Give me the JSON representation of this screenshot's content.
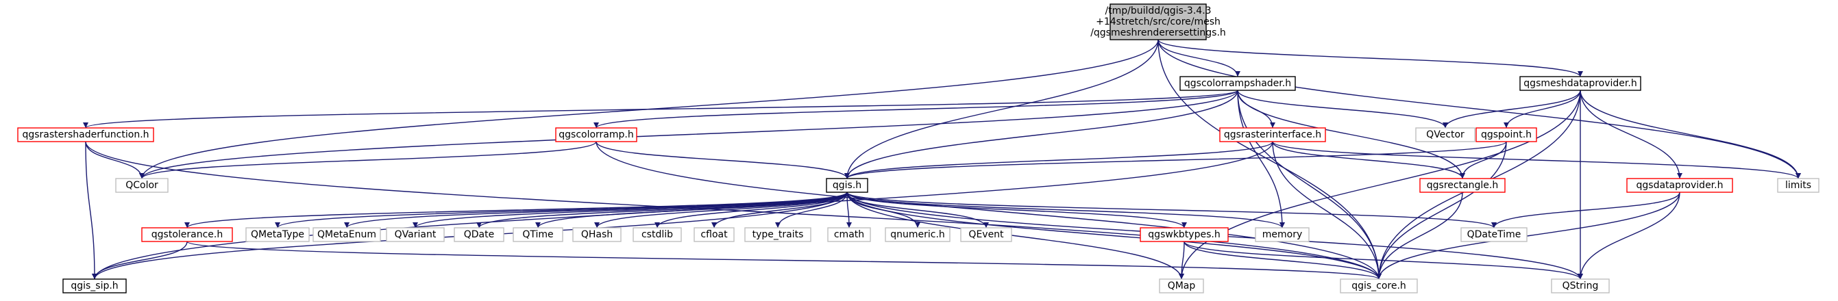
{
  "colors": {
    "edge": "#191970",
    "root_fill": "#bfbfbf",
    "link_border": "#000000",
    "incomplete_border": "#ff0000",
    "external_border": "#bfbfbf"
  },
  "nodes": [
    {
      "id": "root",
      "kind": "root",
      "lines": [
        "/tmp/buildd/qgis-3.4.3",
        "+14stretch/src/core/mesh",
        "/qgsmeshrenderersettings.h"
      ]
    },
    {
      "id": "qgscolorrampshader",
      "kind": "plain",
      "lines": [
        "qgscolorrampshader.h"
      ]
    },
    {
      "id": "qgsmeshdataprovider",
      "kind": "plain",
      "lines": [
        "qgsmeshdataprovider.h"
      ]
    },
    {
      "id": "qgsrastershaderfunction",
      "kind": "red",
      "lines": [
        "qgsrastershaderfunction.h"
      ]
    },
    {
      "id": "qgscolorramp",
      "kind": "red",
      "lines": [
        "qgscolorramp.h"
      ]
    },
    {
      "id": "qgsrasterinterface",
      "kind": "red",
      "lines": [
        "qgsrasterinterface.h"
      ]
    },
    {
      "id": "qvector",
      "kind": "gray",
      "lines": [
        "QVector"
      ]
    },
    {
      "id": "qgspoint",
      "kind": "red",
      "lines": [
        "qgspoint.h"
      ]
    },
    {
      "id": "qcolor",
      "kind": "gray",
      "lines": [
        "QColor"
      ]
    },
    {
      "id": "qgis",
      "kind": "plain",
      "lines": [
        "qgis.h"
      ]
    },
    {
      "id": "qgsrectangle",
      "kind": "red",
      "lines": [
        "qgsrectangle.h"
      ]
    },
    {
      "id": "qgsdataprovider",
      "kind": "red",
      "lines": [
        "qgsdataprovider.h"
      ]
    },
    {
      "id": "limits",
      "kind": "gray",
      "lines": [
        "limits"
      ]
    },
    {
      "id": "qgstolerance",
      "kind": "red",
      "lines": [
        "qgstolerance.h"
      ]
    },
    {
      "id": "qmetatype",
      "kind": "gray",
      "lines": [
        "QMetaType"
      ]
    },
    {
      "id": "qmetaenum",
      "kind": "gray",
      "lines": [
        "QMetaEnum"
      ]
    },
    {
      "id": "qvariant",
      "kind": "gray",
      "lines": [
        "QVariant"
      ]
    },
    {
      "id": "qdate",
      "kind": "gray",
      "lines": [
        "QDate"
      ]
    },
    {
      "id": "qtime",
      "kind": "gray",
      "lines": [
        "QTime"
      ]
    },
    {
      "id": "qhash",
      "kind": "gray",
      "lines": [
        "QHash"
      ]
    },
    {
      "id": "cstdlib",
      "kind": "gray",
      "lines": [
        "cstdlib"
      ]
    },
    {
      "id": "cfloat",
      "kind": "gray",
      "lines": [
        "cfloat"
      ]
    },
    {
      "id": "type_traits",
      "kind": "gray",
      "lines": [
        "type_traits"
      ]
    },
    {
      "id": "cmath",
      "kind": "gray",
      "lines": [
        "cmath"
      ]
    },
    {
      "id": "qnumeric",
      "kind": "gray",
      "lines": [
        "qnumeric.h"
      ]
    },
    {
      "id": "qevent",
      "kind": "gray",
      "lines": [
        "QEvent"
      ]
    },
    {
      "id": "qgswkbtypes",
      "kind": "red",
      "lines": [
        "qgswkbtypes.h"
      ]
    },
    {
      "id": "memory",
      "kind": "gray",
      "lines": [
        "memory"
      ]
    },
    {
      "id": "qdatetime",
      "kind": "gray",
      "lines": [
        "QDateTime"
      ]
    },
    {
      "id": "qgis_sip",
      "kind": "plain",
      "lines": [
        "qgis_sip.h"
      ]
    },
    {
      "id": "qmap",
      "kind": "gray",
      "lines": [
        "QMap"
      ]
    },
    {
      "id": "qgis_core",
      "kind": "gray",
      "lines": [
        "qgis_core.h"
      ]
    },
    {
      "id": "qstring",
      "kind": "gray",
      "lines": [
        "QString"
      ]
    }
  ],
  "edges": [
    [
      "root",
      "qgscolorrampshader"
    ],
    [
      "root",
      "qgsmeshdataprovider"
    ],
    [
      "root",
      "qcolor"
    ],
    [
      "root",
      "qgis"
    ],
    [
      "root",
      "limits"
    ],
    [
      "root",
      "qgis_core"
    ],
    [
      "qgscolorrampshader",
      "qgsrastershaderfunction"
    ],
    [
      "qgscolorrampshader",
      "qgscolorramp"
    ],
    [
      "qgscolorrampshader",
      "qgsrasterinterface"
    ],
    [
      "qgscolorrampshader",
      "qvector"
    ],
    [
      "qgscolorrampshader",
      "qcolor"
    ],
    [
      "qgscolorrampshader",
      "qgis"
    ],
    [
      "qgscolorrampshader",
      "qgsrectangle"
    ],
    [
      "qgscolorrampshader",
      "memory"
    ],
    [
      "qgscolorrampshader",
      "qgis_core"
    ],
    [
      "qgsmeshdataprovider",
      "qvector"
    ],
    [
      "qgsmeshdataprovider",
      "qgspoint"
    ],
    [
      "qgsmeshdataprovider",
      "qgsdataprovider"
    ],
    [
      "qgsmeshdataprovider",
      "limits"
    ],
    [
      "qgsmeshdataprovider",
      "qmap"
    ],
    [
      "qgsmeshdataprovider",
      "qgis_core"
    ],
    [
      "qgsmeshdataprovider",
      "qstring"
    ],
    [
      "qgsrastershaderfunction",
      "qcolor"
    ],
    [
      "qgsrastershaderfunction",
      "qgis_sip"
    ],
    [
      "qgsrastershaderfunction",
      "qgis_core"
    ],
    [
      "qgscolorramp",
      "qcolor"
    ],
    [
      "qgscolorramp",
      "qgis"
    ],
    [
      "qgscolorramp",
      "qgis_core"
    ],
    [
      "qgsrasterinterface",
      "qgis"
    ],
    [
      "qgsrasterinterface",
      "qgsrectangle"
    ],
    [
      "qgsrasterinterface",
      "limits"
    ],
    [
      "qgsrasterinterface",
      "qgis_sip"
    ],
    [
      "qgsrasterinterface",
      "qgis_core"
    ],
    [
      "qgspoint",
      "qgis"
    ],
    [
      "qgspoint",
      "qgsrectangle"
    ],
    [
      "qgspoint",
      "qgis_core"
    ],
    [
      "qgis",
      "qgstolerance"
    ],
    [
      "qgis",
      "qmetatype"
    ],
    [
      "qgis",
      "qmetaenum"
    ],
    [
      "qgis",
      "qvariant"
    ],
    [
      "qgis",
      "qdate"
    ],
    [
      "qgis",
      "qtime"
    ],
    [
      "qgis",
      "qhash"
    ],
    [
      "qgis",
      "cstdlib"
    ],
    [
      "qgis",
      "cfloat"
    ],
    [
      "qgis",
      "type_traits"
    ],
    [
      "qgis",
      "cmath"
    ],
    [
      "qgis",
      "qnumeric"
    ],
    [
      "qgis",
      "qevent"
    ],
    [
      "qgis",
      "qgswkbtypes"
    ],
    [
      "qgis",
      "memory"
    ],
    [
      "qgis",
      "qdatetime"
    ],
    [
      "qgis",
      "qgis_sip"
    ],
    [
      "qgis",
      "qmap"
    ],
    [
      "qgis",
      "qgis_core"
    ],
    [
      "qgis",
      "qstring"
    ],
    [
      "qgsrectangle",
      "qgis_core"
    ],
    [
      "qgsdataprovider",
      "qdatetime"
    ],
    [
      "qgsdataprovider",
      "qgis_core"
    ],
    [
      "qgsdataprovider",
      "qstring"
    ],
    [
      "qgstolerance",
      "qgis_sip"
    ],
    [
      "qgstolerance",
      "qgis_core"
    ],
    [
      "qgswkbtypes",
      "qmap"
    ],
    [
      "qgswkbtypes",
      "qgis_core"
    ],
    [
      "qgswkbtypes",
      "qstring"
    ]
  ]
}
